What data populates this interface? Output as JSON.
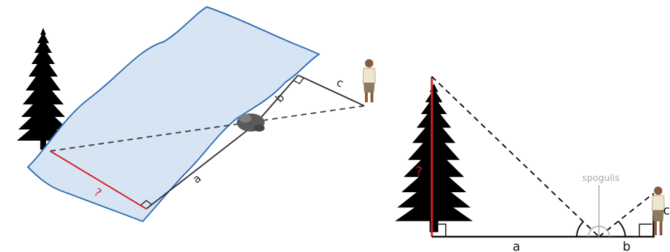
{
  "left_diagram": {
    "label_unknown": "?",
    "label_a": "a",
    "label_b": "b",
    "label_c": "c"
  },
  "right_diagram": {
    "label_unknown": "?",
    "label_a": "a",
    "label_b": "b",
    "label_c": "c",
    "mirror_label": "spogulis"
  },
  "colors": {
    "river_fill": "#d7e4f4",
    "river_border": "#2f6db3",
    "unknown_red": "#d42020",
    "line_black": "#111111",
    "mirror_gray": "#a8a8a8",
    "tree": "#000000"
  }
}
